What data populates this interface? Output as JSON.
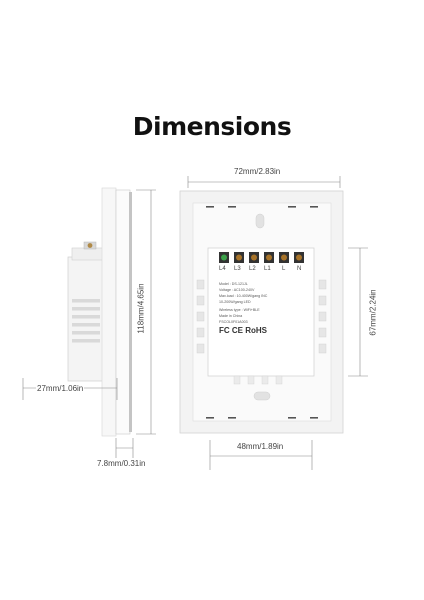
{
  "title": "Dimensions",
  "dimensions": {
    "width": "72mm/2.83in",
    "height": "118mm/4.65in",
    "depth": "27mm/1.06in",
    "thickness": "7.8mm/0.31in",
    "box_width": "48mm/1.89in",
    "box_height": "67mm/2.24in"
  },
  "terminals": [
    "L4",
    "L3",
    "L2",
    "L1",
    "L",
    "N"
  ],
  "label_lines": [
    "Model : DS-121JL",
    "Voltage : AC100-240V",
    "Max.load : 10-400W/gang  INC",
    "              10-200W/gang  LED",
    "Wireless type : WiFi+BLE",
    "Made in China",
    "FSCOL0F01A003"
  ],
  "cert_marks": "FC CE RoHS"
}
